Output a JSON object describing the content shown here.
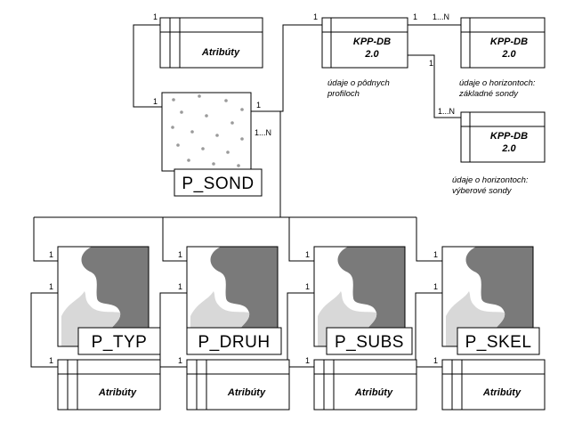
{
  "colors": {
    "line": "#000000",
    "dot": "#9a9a9a",
    "dark_region": "#7a7a7a",
    "light_region": "#d8d8d8"
  },
  "p_sond": {
    "label": "P_SOND"
  },
  "atributy_top": {
    "label": "Atribúty"
  },
  "kpp_main": {
    "line1": "KPP-DB",
    "line2": "2.0",
    "note_line1": "údaje o pôdnych",
    "note_line2": "profiloch"
  },
  "kpp_basic": {
    "line1": "KPP-DB",
    "line2": "2.0",
    "note_line1": "údaje o horizontoch:",
    "note_line2": "základné sondy"
  },
  "kpp_selected": {
    "line1": "KPP-DB",
    "line2": "2.0",
    "note_line1": "údaje o horizontoch:",
    "note_line2": "výberové sondy"
  },
  "cardinalities": {
    "atr_top": "1",
    "psond_left": "1",
    "psond_right": "1",
    "kpp_in": "1",
    "kpp_out": "1",
    "kpp_branch": "1",
    "one_to_n_a": "1...N",
    "one_to_n_b": "1...N",
    "psond_children": "1...N"
  },
  "maps": [
    {
      "label": "P_TYP",
      "atributy": "Atribúty",
      "card_top": "1",
      "card_mid": "1",
      "card_bot": "1"
    },
    {
      "label": "P_DRUH",
      "atributy": "Atribúty",
      "card_top": "1",
      "card_mid": "1",
      "card_bot": "1"
    },
    {
      "label": "P_SUBS",
      "atributy": "Atribúty",
      "card_top": "1",
      "card_mid": "1",
      "card_bot": "1"
    },
    {
      "label": "P_SKEL",
      "atributy": "Atribúty",
      "card_top": "1",
      "card_mid": "1",
      "card_bot": "1"
    }
  ]
}
